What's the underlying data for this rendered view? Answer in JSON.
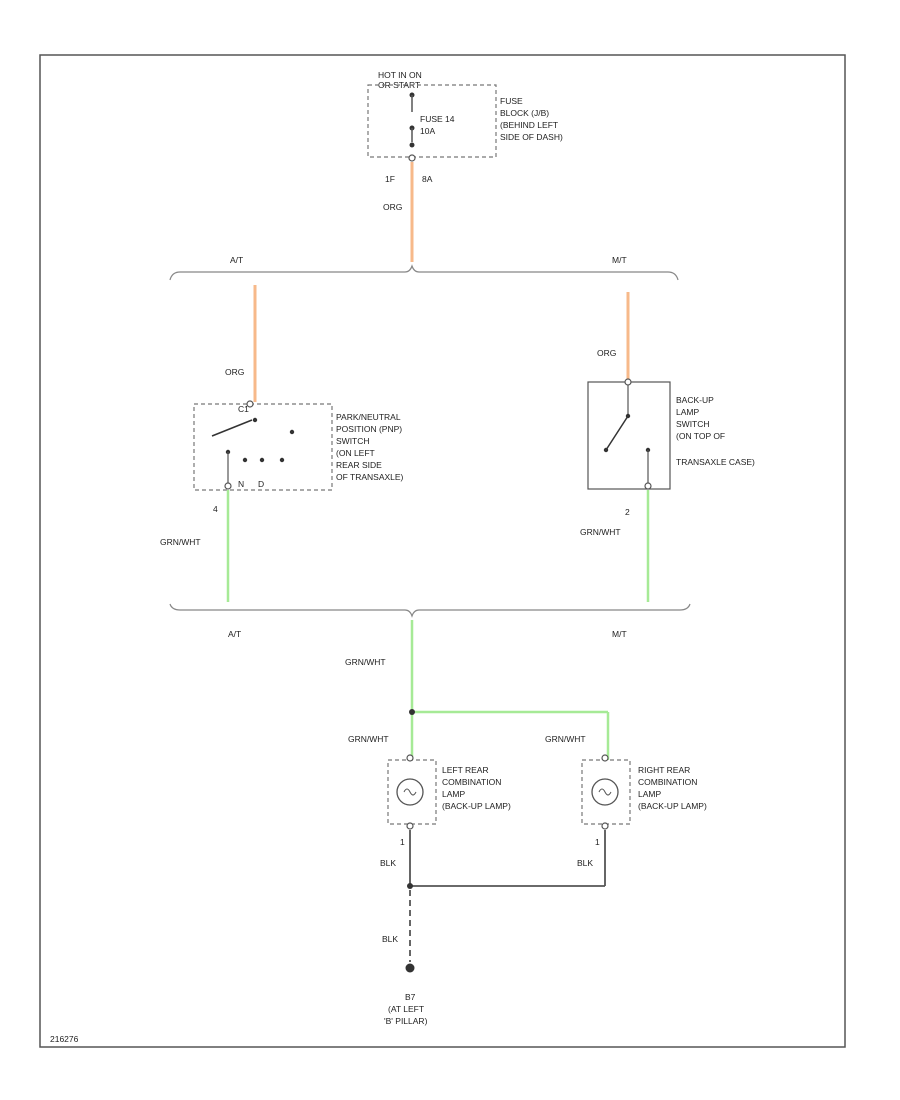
{
  "fuse_block": {
    "hot": "HOT IN ON",
    "hot2": "OR START",
    "fuse_label": "FUSE 14",
    "fuse_amps": "10A",
    "desc": [
      "FUSE",
      "BLOCK (J/B)",
      "(BEHIND LEFT",
      "SIDE OF DASH)"
    ],
    "pin_left": "1F",
    "pin_right": "8A",
    "wire": "ORG"
  },
  "branch_top": {
    "left": "A/T",
    "right": "M/T"
  },
  "pnp_switch": {
    "wire_in": "ORG",
    "desc": [
      "PARK/NEUTRAL",
      "POSITION (PNP)",
      "SWITCH",
      "(ON LEFT",
      "REAR SIDE",
      "OF TRANSAXLE)"
    ],
    "pins_bottom": [
      "N",
      "D"
    ],
    "pin_top": "C1",
    "pin_out": "4",
    "wire_out": "GRN/WHT"
  },
  "backup_switch": {
    "wire_in": "ORG",
    "desc": [
      "BACK-UP",
      "LAMP",
      "SWITCH",
      "(ON TOP OF",
      "TRANSAXLE CASE)"
    ],
    "pin_out": "2",
    "wire_out": "GRN/WHT"
  },
  "branch_bottom": {
    "left": "A/T",
    "right": "M/T"
  },
  "splice_wire": "GRN/WHT",
  "left_lamp": {
    "wire_in": "GRN/WHT",
    "desc": [
      "LEFT REAR",
      "COMBINATION",
      "LAMP",
      "(BACK-UP LAMP)"
    ],
    "pin": "1",
    "wire_out": "BLK"
  },
  "right_lamp": {
    "wire_in": "GRN/WHT",
    "desc": [
      "RIGHT REAR",
      "COMBINATION",
      "LAMP",
      "(BACK-UP LAMP)"
    ],
    "pin": "1",
    "wire_out": "BLK"
  },
  "ground": {
    "wire": "BLK",
    "id": "B7",
    "desc": [
      "(AT LEFT",
      "'B' PILLAR)"
    ]
  },
  "figure_id": "216276",
  "colors": {
    "org_wire": "#f7b98a",
    "grn_wire": "#a6ea96",
    "blk_wire": "#555555"
  }
}
